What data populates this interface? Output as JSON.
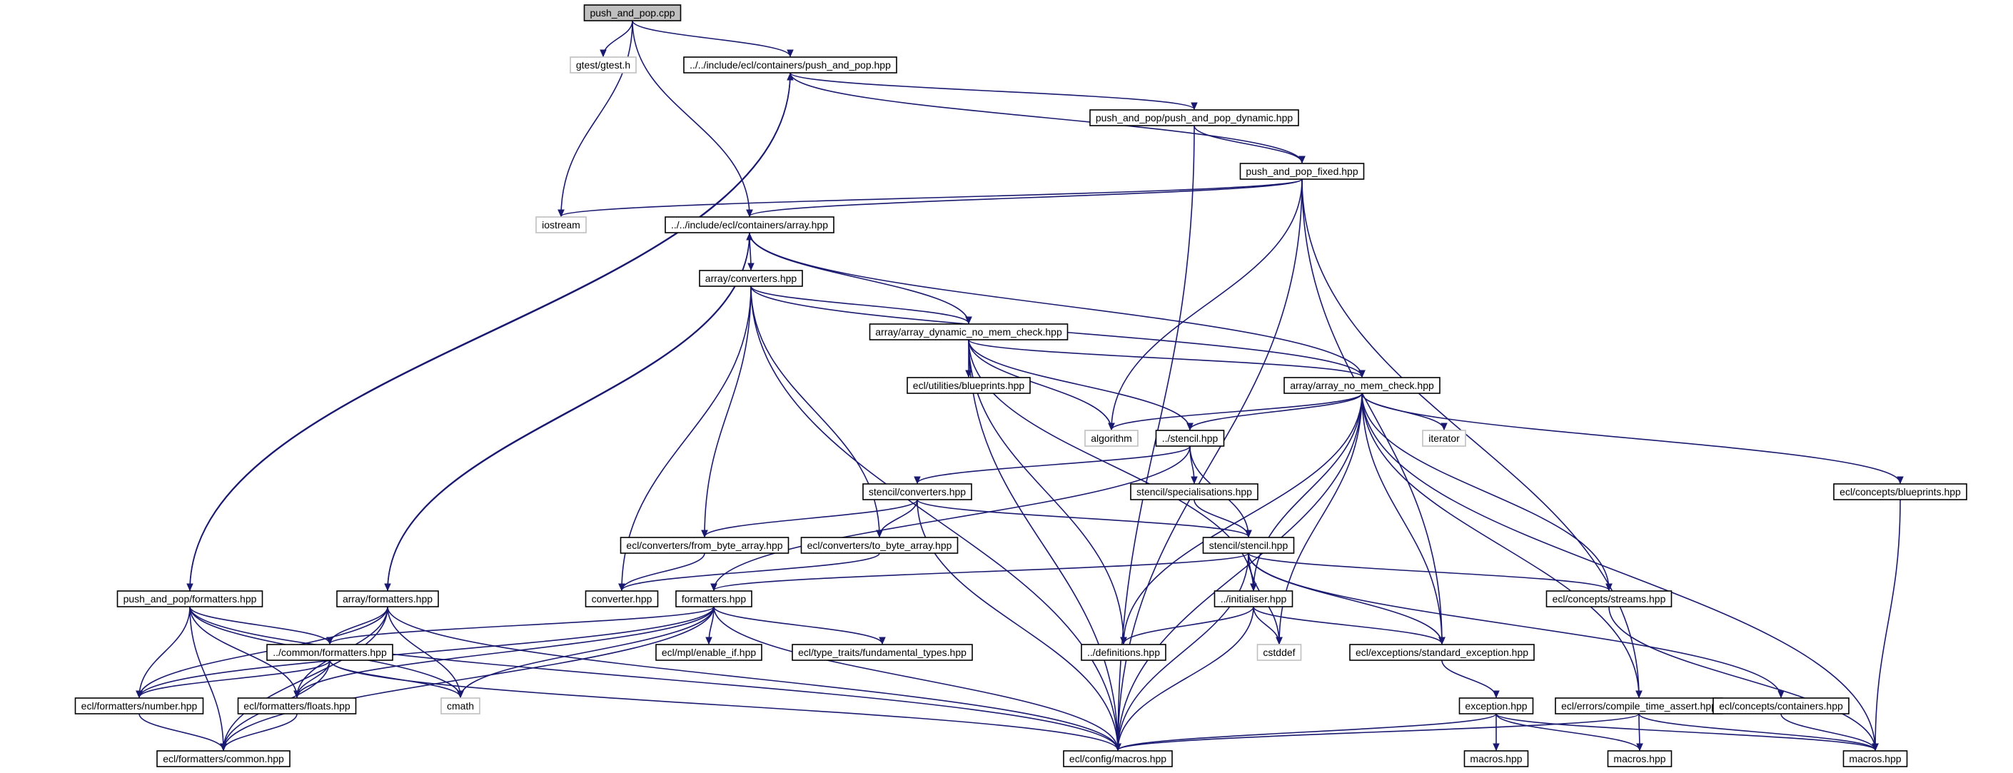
{
  "diagram": {
    "type": "include-dependency-graph",
    "colors": {
      "edge": "#191970",
      "node_border": "#000000",
      "root_fill": "#bfbfbf",
      "system_node_border": "#bfbfbf",
      "background": "#ffffff"
    },
    "nodes": [
      {
        "id": "n_root",
        "label": "push_and_pop.cpp",
        "kind": "root"
      },
      {
        "id": "n_gtest",
        "label": "gtest/gtest.h",
        "kind": "system"
      },
      {
        "id": "n_pap_hpp",
        "label": "../../include/ecl/containers/push_and_pop.hpp",
        "kind": "file"
      },
      {
        "id": "n_pap_dyn",
        "label": "push_and_pop/push_and_pop_dynamic.hpp",
        "kind": "file"
      },
      {
        "id": "n_pap_fixed",
        "label": "push_and_pop_fixed.hpp",
        "kind": "file"
      },
      {
        "id": "n_iostream",
        "label": "iostream",
        "kind": "system"
      },
      {
        "id": "n_array_hpp",
        "label": "../../include/ecl/containers/array.hpp",
        "kind": "file"
      },
      {
        "id": "n_arr_conv",
        "label": "array/converters.hpp",
        "kind": "file"
      },
      {
        "id": "n_arr_dyn",
        "label": "array/array_dynamic_no_mem_check.hpp",
        "kind": "file"
      },
      {
        "id": "n_arr_nomem",
        "label": "array/array_no_mem_check.hpp",
        "kind": "file"
      },
      {
        "id": "n_blueprints_util",
        "label": "ecl/utilities/blueprints.hpp",
        "kind": "file"
      },
      {
        "id": "n_algorithm",
        "label": "algorithm",
        "kind": "system"
      },
      {
        "id": "n_stencil",
        "label": "../stencil.hpp",
        "kind": "file"
      },
      {
        "id": "n_iterator",
        "label": "iterator",
        "kind": "system"
      },
      {
        "id": "n_concepts_bp",
        "label": "ecl/concepts/blueprints.hpp",
        "kind": "file"
      },
      {
        "id": "n_stencil_conv",
        "label": "stencil/converters.hpp",
        "kind": "file"
      },
      {
        "id": "n_stencil_spec",
        "label": "stencil/specialisations.hpp",
        "kind": "file"
      },
      {
        "id": "n_stencil_stencil",
        "label": "stencil/stencil.hpp",
        "kind": "file"
      },
      {
        "id": "n_from_byte",
        "label": "ecl/converters/from_byte_array.hpp",
        "kind": "file"
      },
      {
        "id": "n_to_byte",
        "label": "ecl/converters/to_byte_array.hpp",
        "kind": "file"
      },
      {
        "id": "n_pap_fmt",
        "label": "push_and_pop/formatters.hpp",
        "kind": "file"
      },
      {
        "id": "n_arr_fmt",
        "label": "array/formatters.hpp",
        "kind": "file"
      },
      {
        "id": "n_converter",
        "label": "converter.hpp",
        "kind": "file"
      },
      {
        "id": "n_formatters",
        "label": "formatters.hpp",
        "kind": "file"
      },
      {
        "id": "n_initialiser",
        "label": "../initialiser.hpp",
        "kind": "file"
      },
      {
        "id": "n_streams",
        "label": "ecl/concepts/streams.hpp",
        "kind": "file"
      },
      {
        "id": "n_common_fmt",
        "label": "../common/formatters.hpp",
        "kind": "file"
      },
      {
        "id": "n_enable_if",
        "label": "ecl/mpl/enable_if.hpp",
        "kind": "file"
      },
      {
        "id": "n_fundamental",
        "label": "ecl/type_traits/fundamental_types.hpp",
        "kind": "file"
      },
      {
        "id": "n_definitions",
        "label": "../definitions.hpp",
        "kind": "file"
      },
      {
        "id": "n_cstddef",
        "label": "cstddef",
        "kind": "system"
      },
      {
        "id": "n_std_exc",
        "label": "ecl/exceptions/standard_exception.hpp",
        "kind": "file"
      },
      {
        "id": "n_cmath",
        "label": "cmath",
        "kind": "system"
      },
      {
        "id": "n_number",
        "label": "ecl/formatters/number.hpp",
        "kind": "file"
      },
      {
        "id": "n_floats",
        "label": "ecl/formatters/floats.hpp",
        "kind": "file"
      },
      {
        "id": "n_exception",
        "label": "exception.hpp",
        "kind": "file"
      },
      {
        "id": "n_cta",
        "label": "ecl/errors/compile_time_assert.hpp",
        "kind": "file"
      },
      {
        "id": "n_containers",
        "label": "ecl/concepts/containers.hpp",
        "kind": "file"
      },
      {
        "id": "n_common",
        "label": "ecl/formatters/common.hpp",
        "kind": "file"
      },
      {
        "id": "n_cfg_macros",
        "label": "ecl/config/macros.hpp",
        "kind": "file"
      },
      {
        "id": "n_macros1",
        "label": "macros.hpp",
        "kind": "file"
      },
      {
        "id": "n_macros2",
        "label": "macros.hpp",
        "kind": "file"
      },
      {
        "id": "n_macros3",
        "label": "macros.hpp",
        "kind": "file"
      }
    ],
    "edges": [
      [
        "n_root",
        "n_gtest"
      ],
      [
        "n_root",
        "n_pap_hpp"
      ],
      [
        "n_root",
        "n_iostream"
      ],
      [
        "n_root",
        "n_array_hpp"
      ],
      [
        "n_pap_hpp",
        "n_pap_dyn"
      ],
      [
        "n_pap_hpp",
        "n_pap_fixed"
      ],
      [
        "n_pap_hpp",
        "n_pap_fmt"
      ],
      [
        "n_pap_dyn",
        "n_pap_fixed"
      ],
      [
        "n_pap_dyn",
        "n_cfg_macros"
      ],
      [
        "n_pap_fixed",
        "n_iostream"
      ],
      [
        "n_pap_fixed",
        "n_array_hpp"
      ],
      [
        "n_pap_fixed",
        "n_algorithm"
      ],
      [
        "n_pap_fixed",
        "n_std_exc"
      ],
      [
        "n_pap_fixed",
        "n_cfg_macros"
      ],
      [
        "n_pap_fixed",
        "n_cta"
      ],
      [
        "n_array_hpp",
        "n_arr_conv"
      ],
      [
        "n_array_hpp",
        "n_arr_dyn"
      ],
      [
        "n_array_hpp",
        "n_arr_nomem"
      ],
      [
        "n_array_hpp",
        "n_arr_fmt"
      ],
      [
        "n_arr_conv",
        "n_arr_dyn"
      ],
      [
        "n_arr_conv",
        "n_arr_nomem"
      ],
      [
        "n_arr_conv",
        "n_from_byte"
      ],
      [
        "n_arr_conv",
        "n_to_byte"
      ],
      [
        "n_arr_conv",
        "n_converter"
      ],
      [
        "n_arr_conv",
        "n_cfg_macros"
      ],
      [
        "n_arr_dyn",
        "n_arr_nomem"
      ],
      [
        "n_arr_dyn",
        "n_blueprints_util"
      ],
      [
        "n_arr_dyn",
        "n_algorithm"
      ],
      [
        "n_arr_dyn",
        "n_stencil"
      ],
      [
        "n_arr_dyn",
        "n_initialiser"
      ],
      [
        "n_arr_dyn",
        "n_definitions"
      ],
      [
        "n_arr_dyn",
        "n_cfg_macros"
      ],
      [
        "n_arr_nomem",
        "n_algorithm"
      ],
      [
        "n_arr_nomem",
        "n_stencil"
      ],
      [
        "n_arr_nomem",
        "n_iterator"
      ],
      [
        "n_arr_nomem",
        "n_concepts_bp"
      ],
      [
        "n_arr_nomem",
        "n_streams"
      ],
      [
        "n_arr_nomem",
        "n_initialiser"
      ],
      [
        "n_arr_nomem",
        "n_definitions"
      ],
      [
        "n_arr_nomem",
        "n_cstddef"
      ],
      [
        "n_arr_nomem",
        "n_std_exc"
      ],
      [
        "n_arr_nomem",
        "n_cta"
      ],
      [
        "n_arr_nomem",
        "n_cfg_macros"
      ],
      [
        "n_arr_nomem",
        "n_macros3"
      ],
      [
        "n_stencil",
        "n_stencil_conv"
      ],
      [
        "n_stencil",
        "n_stencil_spec"
      ],
      [
        "n_stencil",
        "n_stencil_stencil"
      ],
      [
        "n_stencil",
        "n_formatters"
      ],
      [
        "n_stencil_conv",
        "n_from_byte"
      ],
      [
        "n_stencil_conv",
        "n_to_byte"
      ],
      [
        "n_stencil_conv",
        "n_stencil_stencil"
      ],
      [
        "n_stencil_conv",
        "n_cfg_macros"
      ],
      [
        "n_stencil_spec",
        "n_stencil_stencil"
      ],
      [
        "n_stencil_stencil",
        "n_formatters"
      ],
      [
        "n_stencil_stencil",
        "n_initialiser"
      ],
      [
        "n_stencil_stencil",
        "n_cstddef"
      ],
      [
        "n_stencil_stencil",
        "n_streams"
      ],
      [
        "n_stencil_stencil",
        "n_std_exc"
      ],
      [
        "n_stencil_stencil",
        "n_containers"
      ],
      [
        "n_stencil_stencil",
        "n_cfg_macros"
      ],
      [
        "n_from_byte",
        "n_converter"
      ],
      [
        "n_to_byte",
        "n_converter"
      ],
      [
        "n_pap_fmt",
        "n_pap_hpp"
      ],
      [
        "n_pap_fmt",
        "n_common_fmt"
      ],
      [
        "n_pap_fmt",
        "n_number"
      ],
      [
        "n_pap_fmt",
        "n_floats"
      ],
      [
        "n_pap_fmt",
        "n_cmath"
      ],
      [
        "n_pap_fmt",
        "n_common"
      ],
      [
        "n_pap_fmt",
        "n_cfg_macros"
      ],
      [
        "n_arr_fmt",
        "n_array_hpp"
      ],
      [
        "n_arr_fmt",
        "n_common_fmt"
      ],
      [
        "n_arr_fmt",
        "n_number"
      ],
      [
        "n_arr_fmt",
        "n_floats"
      ],
      [
        "n_arr_fmt",
        "n_cmath"
      ],
      [
        "n_arr_fmt",
        "n_common"
      ],
      [
        "n_arr_fmt",
        "n_cfg_macros"
      ],
      [
        "n_formatters",
        "n_common_fmt"
      ],
      [
        "n_formatters",
        "n_number"
      ],
      [
        "n_formatters",
        "n_floats"
      ],
      [
        "n_formatters",
        "n_enable_if"
      ],
      [
        "n_formatters",
        "n_fundamental"
      ],
      [
        "n_formatters",
        "n_cmath"
      ],
      [
        "n_formatters",
        "n_common"
      ],
      [
        "n_formatters",
        "n_cfg_macros"
      ],
      [
        "n_common_fmt",
        "n_number"
      ],
      [
        "n_common_fmt",
        "n_floats"
      ],
      [
        "n_common_fmt",
        "n_cmath"
      ],
      [
        "n_common_fmt",
        "n_common"
      ],
      [
        "n_common_fmt",
        "n_cfg_macros"
      ],
      [
        "n_initialiser",
        "n_definitions"
      ],
      [
        "n_initialiser",
        "n_cstddef"
      ],
      [
        "n_initialiser",
        "n_std_exc"
      ],
      [
        "n_initialiser",
        "n_cfg_macros"
      ],
      [
        "n_std_exc",
        "n_exception"
      ],
      [
        "n_exception",
        "n_cfg_macros"
      ],
      [
        "n_exception",
        "n_macros1"
      ],
      [
        "n_exception",
        "n_macros2"
      ],
      [
        "n_exception",
        "n_macros3"
      ],
      [
        "n_cta",
        "n_cfg_macros"
      ],
      [
        "n_cta",
        "n_macros2"
      ],
      [
        "n_cta",
        "n_macros3"
      ],
      [
        "n_containers",
        "n_macros3"
      ],
      [
        "n_concepts_bp",
        "n_macros3"
      ],
      [
        "n_streams",
        "n_macros3"
      ],
      [
        "n_number",
        "n_common"
      ],
      [
        "n_floats",
        "n_common"
      ]
    ]
  }
}
